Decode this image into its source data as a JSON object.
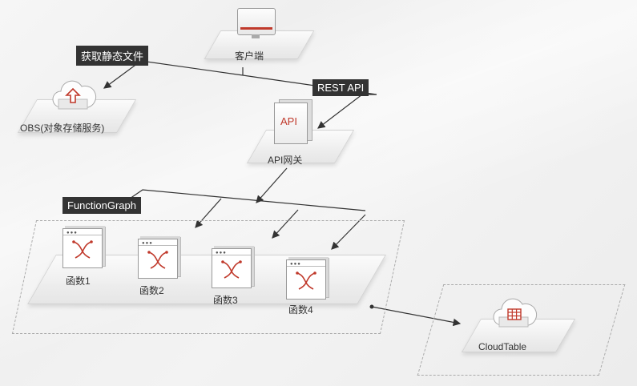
{
  "nodes": {
    "client": "客户端",
    "obs": "OBS(对象存储服务)",
    "api_gateway": "API网关",
    "api_icon_text": "API",
    "cloudtable": "CloudTable"
  },
  "tags": {
    "static_files": "获取静态文件",
    "rest_api": "REST API",
    "functiongraph": "FunctionGraph"
  },
  "functions": [
    "函数1",
    "函数2",
    "函数3",
    "函数4"
  ],
  "colors": {
    "accent": "#c0392b",
    "tag_bg": "#333333",
    "line": "#333333"
  }
}
